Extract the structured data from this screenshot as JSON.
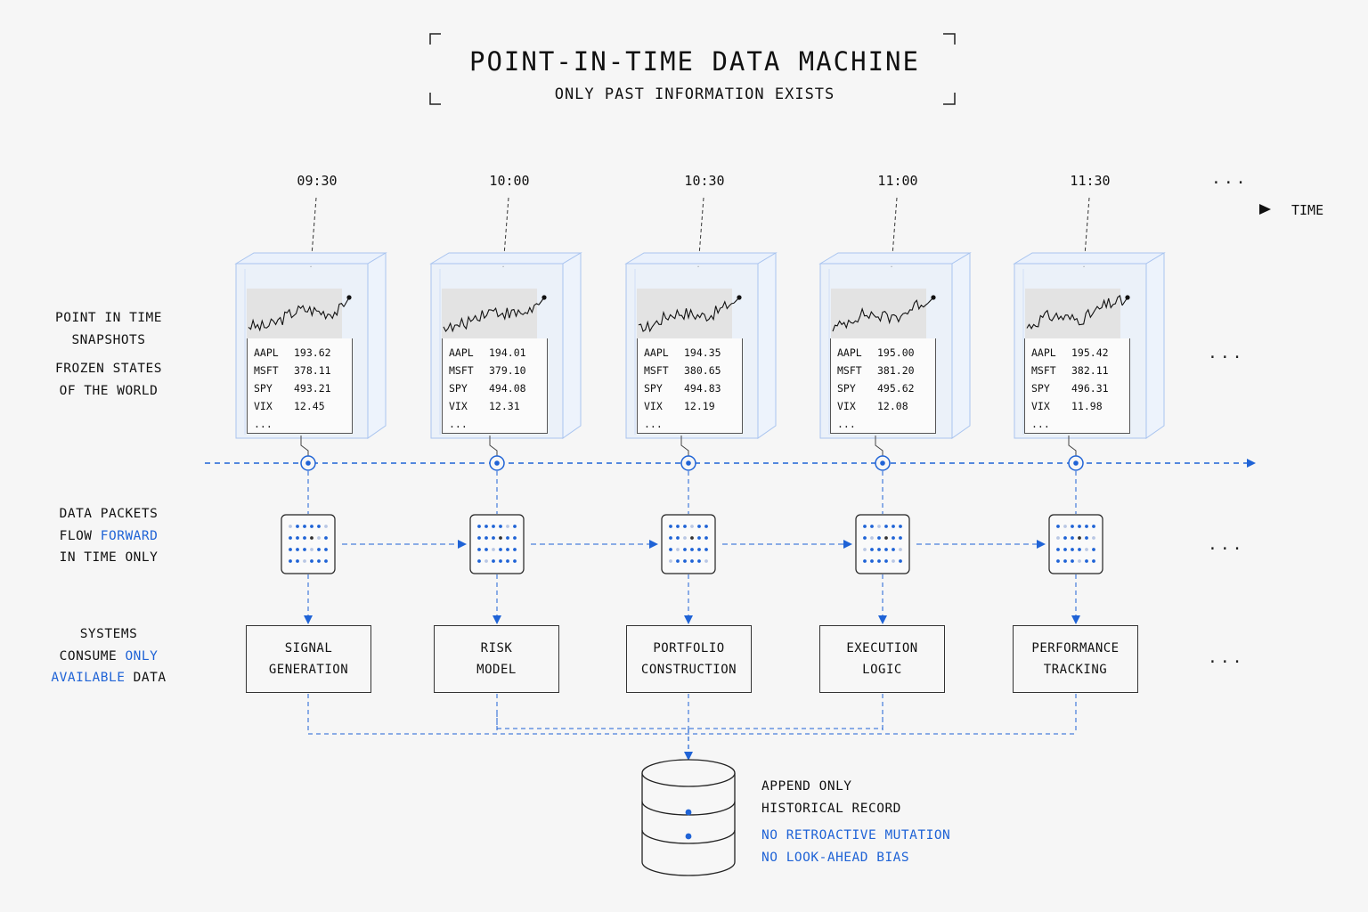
{
  "title": "POINT-IN-TIME DATA MACHINE",
  "subtitle": "ONLY PAST INFORMATION EXISTS",
  "timeline": {
    "axis_label": "TIME",
    "ellipsis": "...",
    "times": [
      "09:30",
      "10:00",
      "10:30",
      "11:00",
      "11:30"
    ]
  },
  "side_labels": {
    "snapshots_line1": "POINT IN TIME",
    "snapshots_line2": "SNAPSHOTS",
    "frozen_line1": "FROZEN STATES",
    "frozen_line2": "OF THE WORLD",
    "packets_line1": "DATA PACKETS",
    "packets_line2a": "FLOW ",
    "packets_line2b": "FORWARD",
    "packets_line3": "IN TIME ONLY",
    "systems_line1": "SYSTEMS",
    "systems_line2a": "CONSUME ",
    "systems_line2b": "ONLY",
    "systems_line3a": "AVAILABLE",
    "systems_line3b": " DATA"
  },
  "snapshots": [
    {
      "rows": [
        [
          "AAPL",
          "193.62"
        ],
        [
          "MSFT",
          "378.11"
        ],
        [
          "SPY",
          "493.21"
        ],
        [
          "VIX",
          "12.45"
        ]
      ],
      "more": "..."
    },
    {
      "rows": [
        [
          "AAPL",
          "194.01"
        ],
        [
          "MSFT",
          "379.10"
        ],
        [
          "SPY",
          "494.08"
        ],
        [
          "VIX",
          "12.31"
        ]
      ],
      "more": "..."
    },
    {
      "rows": [
        [
          "AAPL",
          "194.35"
        ],
        [
          "MSFT",
          "380.65"
        ],
        [
          "SPY",
          "494.83"
        ],
        [
          "VIX",
          "12.19"
        ]
      ],
      "more": "..."
    },
    {
      "rows": [
        [
          "AAPL",
          "195.00"
        ],
        [
          "MSFT",
          "381.20"
        ],
        [
          "SPY",
          "495.62"
        ],
        [
          "VIX",
          "12.08"
        ]
      ],
      "more": "..."
    },
    {
      "rows": [
        [
          "AAPL",
          "195.42"
        ],
        [
          "MSFT",
          "382.11"
        ],
        [
          "SPY",
          "496.31"
        ],
        [
          "VIX",
          "11.98"
        ]
      ],
      "more": "..."
    }
  ],
  "systems": [
    {
      "line1": "SIGNAL",
      "line2": "GENERATION"
    },
    {
      "line1": "RISK",
      "line2": "MODEL"
    },
    {
      "line1": "PORTFOLIO",
      "line2": "CONSTRUCTION"
    },
    {
      "line1": "EXECUTION",
      "line2": "LOGIC"
    },
    {
      "line1": "PERFORMANCE",
      "line2": "TRACKING"
    }
  ],
  "row_ellipsis": "...",
  "database": {
    "line1": "APPEND ONLY",
    "line2": "HISTORICAL RECORD",
    "line3": "NO RETROACTIVE MUTATION",
    "line4": "NO LOOK-AHEAD BIAS"
  },
  "colors": {
    "accent": "#1f63d6",
    "ink": "#111111",
    "background": "#f6f6f6"
  }
}
